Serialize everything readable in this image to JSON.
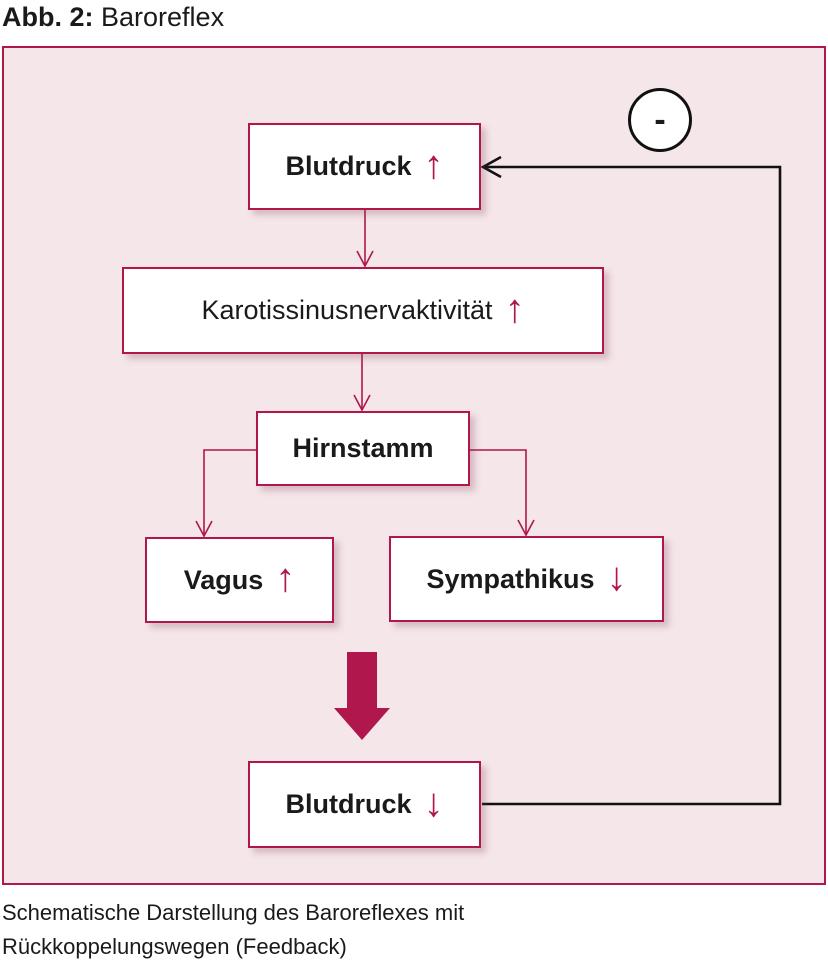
{
  "figure": {
    "number": "Abb. 2:",
    "title": "Baroreflex"
  },
  "nodes": {
    "blutdruck_top": {
      "label": "Blutdruck",
      "arrow": "↑"
    },
    "karotis": {
      "label": "Karotissinusnervaktivität",
      "arrow": "↑"
    },
    "hirnstamm": {
      "label": "Hirnstamm"
    },
    "vagus": {
      "label": "Vagus",
      "arrow": "↑"
    },
    "sympathikus": {
      "label": "Sympathikus",
      "arrow": "↓"
    },
    "blutdruck_bottom": {
      "label": "Blutdruck",
      "arrow": "↓"
    }
  },
  "feedback": {
    "sign": "-"
  },
  "caption": {
    "line1": "Schematische Darstellung des Baroreflexes mit",
    "line2": "Rückkoppelungswegen (Feedback)"
  },
  "colors": {
    "accent": "#b0174d",
    "panel_bg": "#f5e6e9",
    "feedback_line": "#111111"
  }
}
